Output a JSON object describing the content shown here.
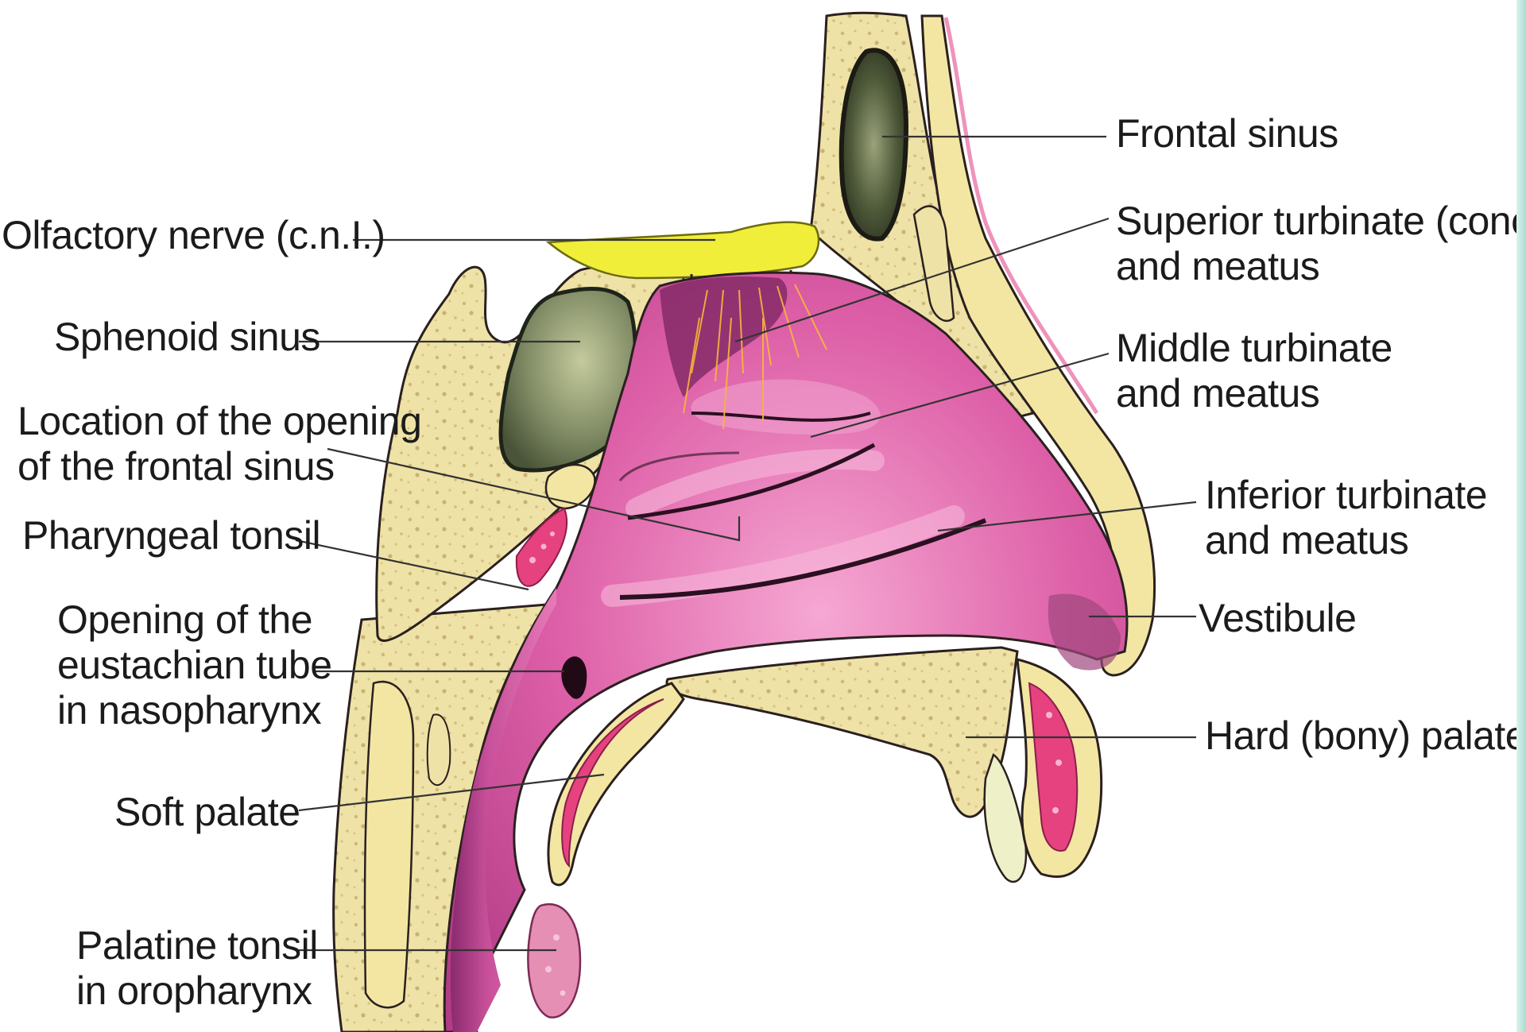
{
  "diagram": {
    "labels": {
      "frontal_sinus": [
        "Frontal sinus"
      ],
      "olfactory_nerve": [
        "Olfactory nerve (c.n.I.)"
      ],
      "superior_turbinate": [
        "Superior turbinate (concha)",
        "and meatus"
      ],
      "sphenoid_sinus": [
        "Sphenoid sinus"
      ],
      "middle_turbinate": [
        "Middle turbinate",
        "and meatus"
      ],
      "frontal_opening": [
        "Location of the opening",
        "of the frontal sinus"
      ],
      "inferior_turbinate": [
        "Inferior turbinate",
        "and meatus"
      ],
      "pharyngeal_tonsil": [
        "Pharyngeal tonsil"
      ],
      "vestibule": [
        "Vestibule"
      ],
      "eustachian": [
        "Opening of the",
        "eustachian tube",
        "in nasopharynx"
      ],
      "hard_palate": [
        "Hard (bony) palate"
      ],
      "soft_palate": [
        "Soft palate"
      ],
      "palatine_tonsil": [
        "Palatine tonsil",
        "in oropharynx"
      ]
    },
    "colors": {
      "bone": "#efe2a6",
      "bone_speckle": "#c9b47a",
      "mucosa": "#dc5fa6",
      "mucosa_light": "#f39acb",
      "mucosa_dark": "#8e2a6c",
      "cavity_dark": "#5b1d4a",
      "sinus": "#6f7a56",
      "sinus_light": "#b8c08f",
      "nerve": "#f1ee3a",
      "skin": "#f3e6a2",
      "muscle": "#e6427f",
      "outline": "#2a2020",
      "leader": "#333333"
    }
  }
}
